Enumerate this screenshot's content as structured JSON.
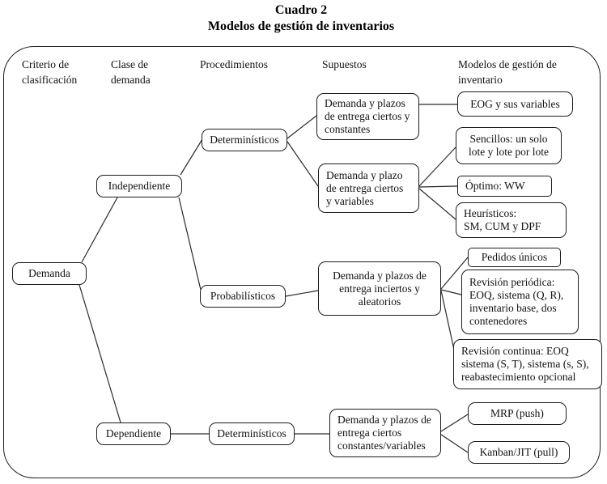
{
  "title": {
    "line1": "Cuadro 2",
    "line2": "Modelos de gestión de inventarios"
  },
  "column_headers": {
    "criterio": "Criterio de\nclasificación",
    "clase": "Clase de\ndemanda",
    "procedimientos": "Procedimientos",
    "supuestos": "Supuestos",
    "modelos": "Modelos de gestión de\ninventario"
  },
  "nodes": {
    "demanda": "Demanda",
    "independiente": "Independiente",
    "dependiente": "Dependiente",
    "deterministicos_ind": "Determinísticos",
    "probabilisticos": "Probabilísticos",
    "deterministicos_dep": "Determinísticos",
    "supuesto_ciertos_constantes": "Demanda y plazos\nde entrega ciertos y\nconstantes",
    "supuesto_ciertos_variables": "Demanda y plazo\nde entrega ciertos\ny variables",
    "supuesto_inciertos_aleatorios": "Demanda y plazos de\nentrega inciertos y\naleatorios",
    "supuesto_dependiente": "Demanda y plazos de\nentrega ciertos\nconstantes/variables",
    "eog": "EOG y sus variables",
    "sencillos": "Sencillos: un solo\nlote y lote por lote",
    "optimo": "Óptimo: WW",
    "heuristicos": "Heurísticos:\nSM, CUM y DPF",
    "pedidos_unicos": "Pedidos únicos",
    "revision_periodica": "Revisión periódica:\nEOQ, sistema (Q, R),\ninventario base,  dos\ncontenedores",
    "revision_continua": "Revisión continua: EOQ\nsistema  (S, T), sistema (s, S),\nreabastecimiento opcional",
    "mrp": "MRP (push)",
    "kanban": "Kanban/JIT (pull)"
  },
  "edges": [
    {
      "from": "demanda",
      "to": "independiente"
    },
    {
      "from": "demanda",
      "to": "dependiente"
    },
    {
      "from": "independiente",
      "to": "deterministicos_ind"
    },
    {
      "from": "independiente",
      "to": "probabilisticos"
    },
    {
      "from": "deterministicos_ind",
      "to": "supuesto_ciertos_constantes"
    },
    {
      "from": "deterministicos_ind",
      "to": "supuesto_ciertos_variables"
    },
    {
      "from": "supuesto_ciertos_constantes",
      "to": "eog"
    },
    {
      "from": "supuesto_ciertos_variables",
      "to": "sencillos"
    },
    {
      "from": "supuesto_ciertos_variables",
      "to": "optimo"
    },
    {
      "from": "supuesto_ciertos_variables",
      "to": "heuristicos"
    },
    {
      "from": "probabilisticos",
      "to": "supuesto_inciertos_aleatorios"
    },
    {
      "from": "supuesto_inciertos_aleatorios",
      "to": "pedidos_unicos"
    },
    {
      "from": "supuesto_inciertos_aleatorios",
      "to": "revision_periodica"
    },
    {
      "from": "supuesto_inciertos_aleatorios",
      "to": "revision_continua"
    },
    {
      "from": "dependiente",
      "to": "deterministicos_dep"
    },
    {
      "from": "deterministicos_dep",
      "to": "supuesto_dependiente"
    },
    {
      "from": "supuesto_dependiente",
      "to": "mrp"
    },
    {
      "from": "supuesto_dependiente",
      "to": "kanban"
    }
  ],
  "colors": {
    "line": "#2a2a2a",
    "border": "#1c1c1c",
    "text": "#111111",
    "background": "#ffffff"
  }
}
